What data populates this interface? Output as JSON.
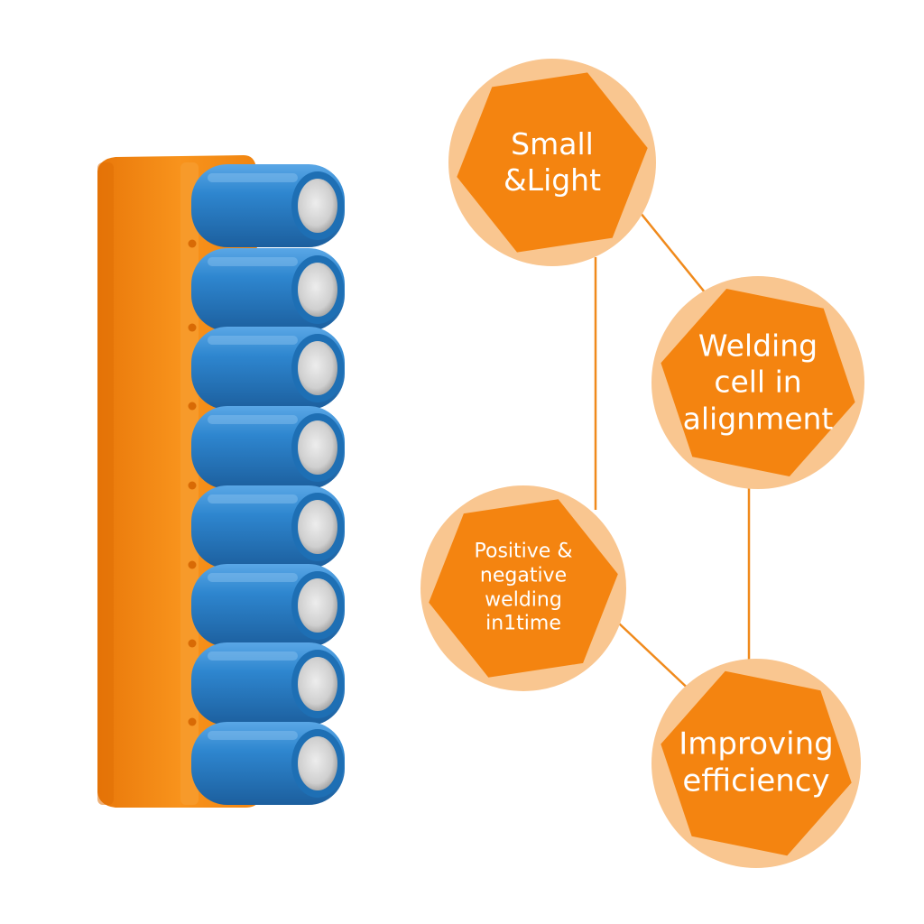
{
  "colors": {
    "holder_orange": "#f6890e",
    "badge_circle": "#f9c690",
    "badge_hexagon": "#f48410",
    "connector_line": "#f08a1c",
    "cell_blue": "#2e86cf",
    "cell_cap": "#c9c9c9",
    "text": "#ffffff"
  },
  "product": {
    "name_icon": "battery-cell-holder",
    "cell_count": 8
  },
  "badges": [
    {
      "id": "small-light",
      "lines": [
        "Small",
        "&Light"
      ]
    },
    {
      "id": "welding-alignment",
      "lines": [
        "Welding",
        "cell in",
        "alignment"
      ]
    },
    {
      "id": "positive-negative",
      "lines": [
        "Positive &",
        "negative",
        "welding",
        "in1time"
      ]
    },
    {
      "id": "improving-efficiency",
      "lines": [
        "Improving",
        "efficiency"
      ]
    }
  ]
}
